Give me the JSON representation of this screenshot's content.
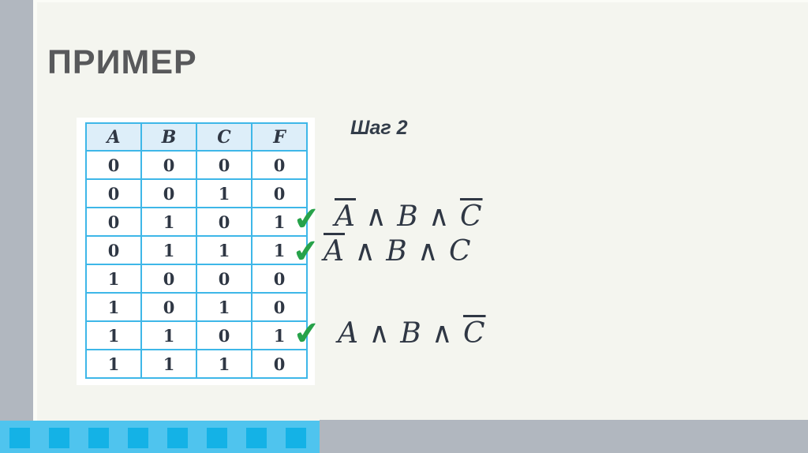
{
  "slide": {
    "title": "ПРИМЕР",
    "step_label": "Шаг 2"
  },
  "truth_table": {
    "headers": [
      "A",
      "B",
      "C",
      "F"
    ],
    "rows": [
      [
        "0",
        "0",
        "0",
        "0"
      ],
      [
        "0",
        "0",
        "1",
        "0"
      ],
      [
        "0",
        "1",
        "0",
        "1"
      ],
      [
        "0",
        "1",
        "1",
        "1"
      ],
      [
        "1",
        "0",
        "0",
        "0"
      ],
      [
        "1",
        "0",
        "1",
        "0"
      ],
      [
        "1",
        "1",
        "0",
        "1"
      ],
      [
        "1",
        "1",
        "1",
        "0"
      ]
    ],
    "checked_row_indices": [
      2,
      3,
      6
    ]
  },
  "formulas": [
    {
      "tokens": [
        {
          "t": "A",
          "bar": true
        },
        {
          "t": " ∧ "
        },
        {
          "t": "B"
        },
        {
          "t": " ∧ "
        },
        {
          "t": "C",
          "bar": true
        }
      ]
    },
    {
      "tokens": [
        {
          "t": "A",
          "bar": true
        },
        {
          "t": " ∧ "
        },
        {
          "t": "B"
        },
        {
          "t": " ∧ "
        },
        {
          "t": "C",
          "bar": false
        }
      ]
    },
    {
      "tokens": [
        {
          "t": "A",
          "bar": false
        },
        {
          "t": " ∧ "
        },
        {
          "t": "B"
        },
        {
          "t": " ∧ "
        },
        {
          "t": "C",
          "bar": true
        }
      ]
    }
  ],
  "icons": {
    "checkmark_glyph": "✔"
  },
  "colors": {
    "slide_background": "#f4f5ef",
    "side_bar_gray": "#b1b7bf",
    "accent_cyan_band": "#4fc4ee",
    "accent_cyan_square": "#14b2e6",
    "table_border_cyan": "#3eb7e8",
    "table_header_fill": "#ddeef9",
    "check_green": "#27a24a",
    "title_gray": "#58595b",
    "text_dark_navy": "#2f3744"
  }
}
